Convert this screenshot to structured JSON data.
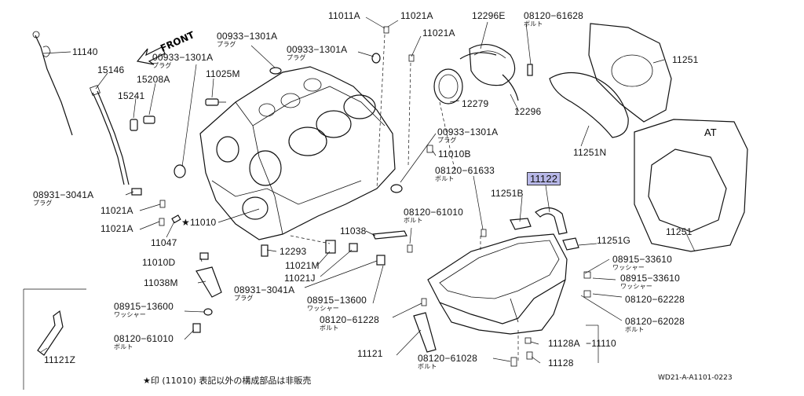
{
  "diagram": {
    "front_label": "FRONT",
    "at_label": "AT",
    "footnote": "★印 (11010) 表記以外の構成部品は非販売",
    "reference_code": "WD21-A-A1101-0223",
    "highlighted_part": "11122",
    "parts": {
      "p11140": {
        "code": "11140"
      },
      "p15146": {
        "code": "15146"
      },
      "p15208a": {
        "code": "15208A"
      },
      "p15241": {
        "code": "15241"
      },
      "p11025m": {
        "code": "11025M"
      },
      "p00933_a": {
        "code": "00933−1301A",
        "sub": "プラグ"
      },
      "p00933_b": {
        "code": "00933−1301A",
        "sub": "プラグ"
      },
      "p00933_c": {
        "code": "00933−1301A",
        "sub": "プラグ"
      },
      "p00933_d": {
        "code": "00933−1301A",
        "sub": "プラグ"
      },
      "p11011a": {
        "code": "11011A"
      },
      "p11021a_t1": {
        "code": "11021A"
      },
      "p11021a_t2": {
        "code": "11021A"
      },
      "p12296e": {
        "code": "12296E"
      },
      "p08120_61628": {
        "code": "08120−61628",
        "sub": "ボルト"
      },
      "p11251_top": {
        "code": "11251"
      },
      "p12279": {
        "code": "12279"
      },
      "p12296": {
        "code": "12296"
      },
      "p11251n": {
        "code": "11251N"
      },
      "p11010b": {
        "code": "11010B"
      },
      "p08120_61633": {
        "code": "08120−61633",
        "sub": "ボルト"
      },
      "p11122": {
        "code": "11122"
      },
      "p11251b": {
        "code": "11251B"
      },
      "p11251_at": {
        "code": "11251"
      },
      "p08931_l": {
        "code": "08931−3041A",
        "sub": "プラグ"
      },
      "p11021a_l1": {
        "code": "11021A"
      },
      "p11021a_l2": {
        "code": "11021A"
      },
      "p11010": {
        "code": "★11010"
      },
      "p11047": {
        "code": "11047"
      },
      "p11038": {
        "code": "11038"
      },
      "p08120_61010_m": {
        "code": "08120−61010",
        "sub": "ボルト"
      },
      "p11251g": {
        "code": "11251G"
      },
      "p11010d": {
        "code": "11010D"
      },
      "p12293": {
        "code": "12293"
      },
      "p11021m": {
        "code": "11021M"
      },
      "p11021j": {
        "code": "11021J"
      },
      "p11038m": {
        "code": "11038M"
      },
      "p08931_m": {
        "code": "08931−3041A",
        "sub": "プラグ"
      },
      "p08915_33610_a": {
        "code": "08915−33610",
        "sub": "ワッシャー"
      },
      "p08915_33610_b": {
        "code": "08915−33610",
        "sub": "ワッシャー"
      },
      "p08915_13600_l": {
        "code": "08915−13600",
        "sub": "ワッシャー"
      },
      "p08915_13600_m": {
        "code": "08915−13600",
        "sub": "ワッシャー"
      },
      "p08120_62228": {
        "code": "08120−62228"
      },
      "p08120_61228": {
        "code": "08120−61228",
        "sub": "ボルト"
      },
      "p08120_62028": {
        "code": "08120−62028",
        "sub": "ボルト"
      },
      "p08120_61010_l": {
        "code": "08120−61010",
        "sub": "ボルト"
      },
      "p11121z": {
        "code": "11121Z"
      },
      "p11121": {
        "code": "11121"
      },
      "p11128a": {
        "code": "11128A"
      },
      "p11110": {
        "code": "−11110"
      },
      "p11128": {
        "code": "11128"
      },
      "p08120_61028": {
        "code": "08120−61028",
        "sub": "ボルト"
      }
    }
  }
}
